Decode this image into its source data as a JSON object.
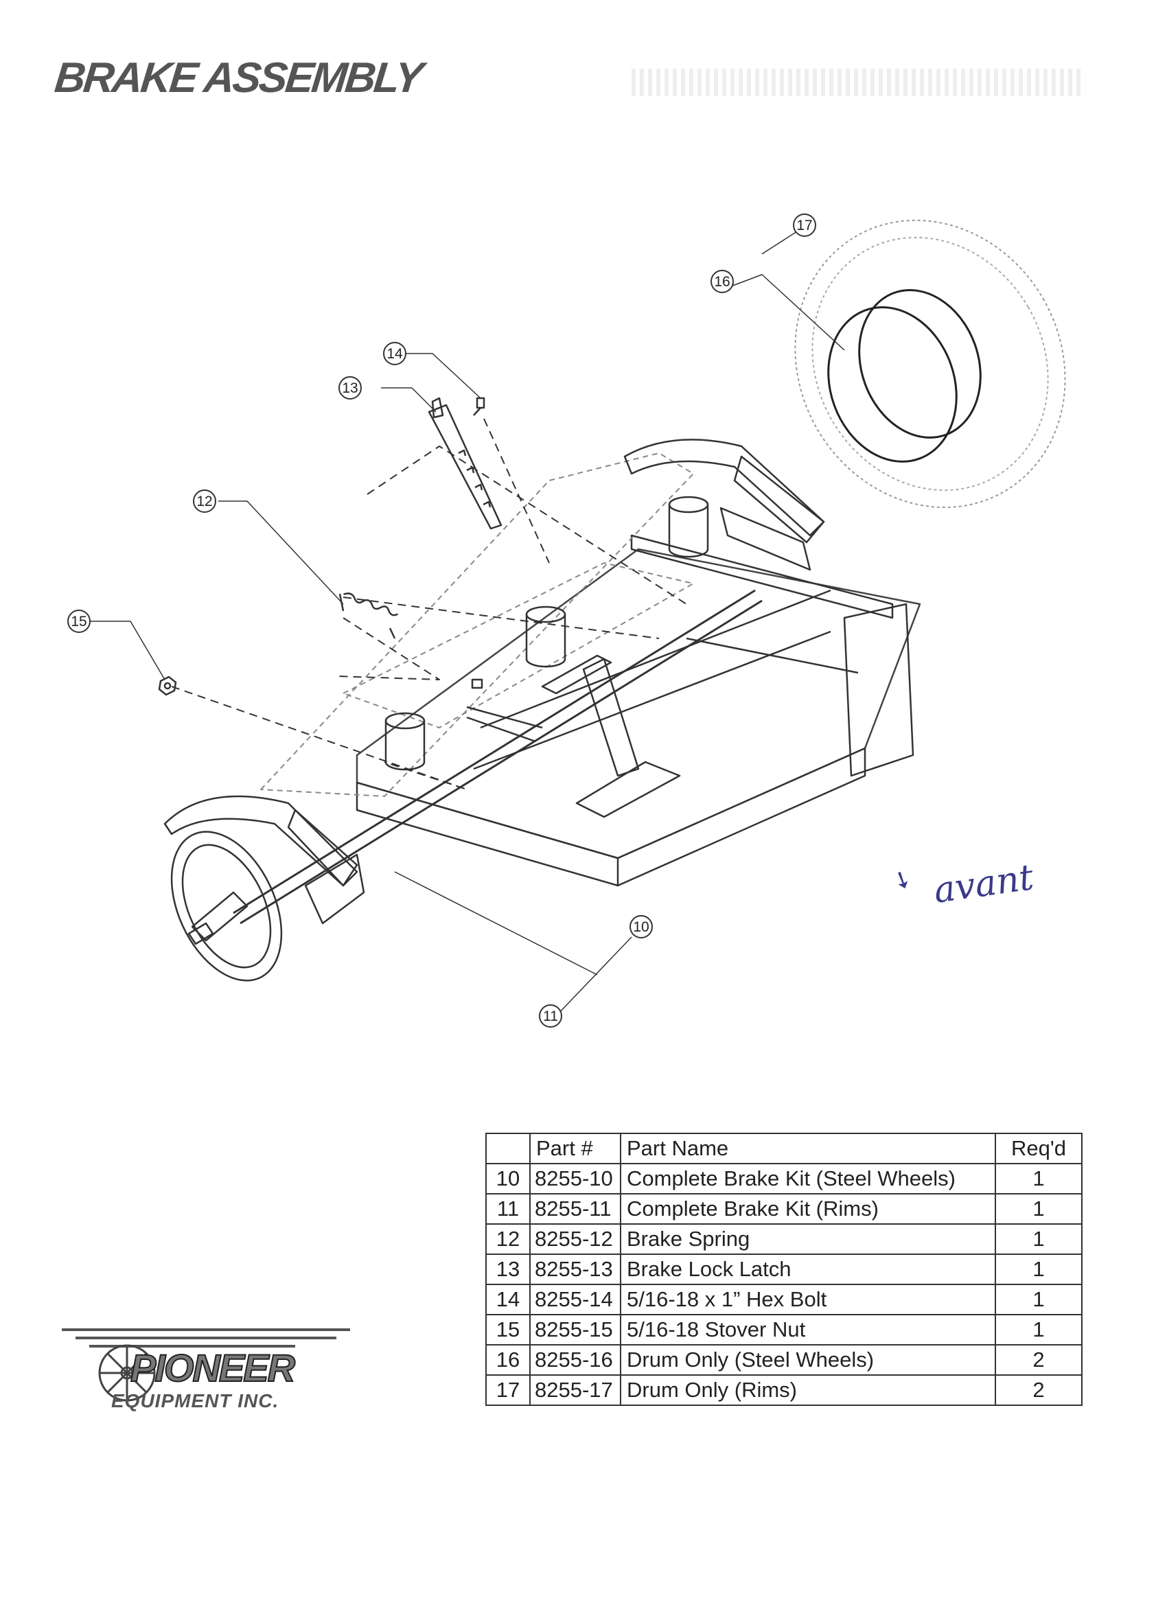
{
  "page": {
    "title": "BRAKE ASSEMBLY",
    "handwritten_note": "avant",
    "handwritten_arrow": "➘"
  },
  "diagram": {
    "callouts": [
      "10",
      "11",
      "12",
      "13",
      "14",
      "15",
      "16",
      "17"
    ]
  },
  "table": {
    "headers": {
      "item": "",
      "part_no": "Part #",
      "part_name": "Part Name",
      "reqd": "Req'd"
    },
    "rows": [
      {
        "item": "10",
        "part_no": "8255-10",
        "part_name": "Complete Brake Kit (Steel Wheels)",
        "reqd": "1"
      },
      {
        "item": "11",
        "part_no": "8255-11",
        "part_name": "Complete Brake Kit (Rims)",
        "reqd": "1"
      },
      {
        "item": "12",
        "part_no": "8255-12",
        "part_name": "Brake Spring",
        "reqd": "1"
      },
      {
        "item": "13",
        "part_no": "8255-13",
        "part_name": "Brake Lock Latch",
        "reqd": "1"
      },
      {
        "item": "14",
        "part_no": "8255-14",
        "part_name": "5/16-18 x 1” Hex Bolt",
        "reqd": "1"
      },
      {
        "item": "15",
        "part_no": "8255-15",
        "part_name": "5/16-18 Stover Nut",
        "reqd": "1"
      },
      {
        "item": "16",
        "part_no": "8255-16",
        "part_name": "Drum Only (Steel Wheels)",
        "reqd": "2"
      },
      {
        "item": "17",
        "part_no": "8255-17",
        "part_name": "Drum Only (Rims)",
        "reqd": "2"
      }
    ]
  },
  "logo": {
    "name": "PIONEER",
    "subtitle": "EQUIPMENT INC."
  }
}
